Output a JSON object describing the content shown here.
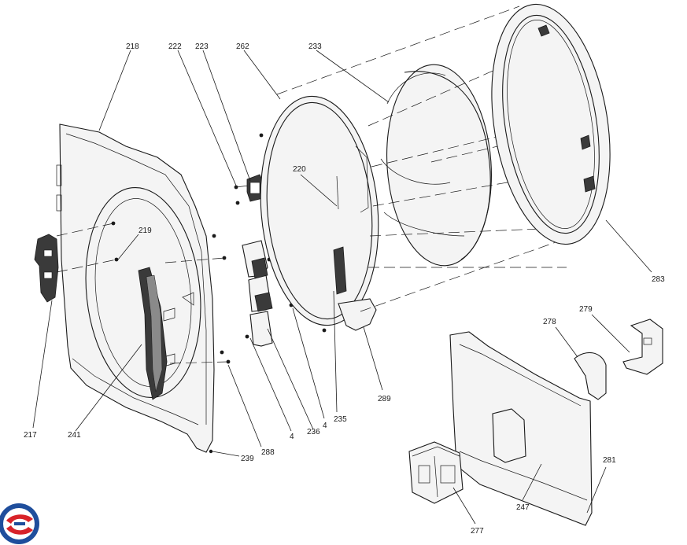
{
  "part_labels": {
    "p218": "218",
    "p222": "222",
    "p223": "223",
    "p262": "262",
    "p233": "233",
    "p220": "220",
    "p219": "219",
    "p217": "217",
    "p241": "241",
    "p288": "288",
    "p239": "239",
    "p4a": "4",
    "p236": "236",
    "p4b": "4",
    "p235": "235",
    "p289": "289",
    "p283": "283",
    "p278": "278",
    "p279": "279",
    "p281": "281",
    "p277": "277",
    "p247": "247"
  },
  "colors": {
    "line": "#1a1a1a",
    "logo_red": "#d8232a",
    "logo_blue": "#1f4e9c"
  },
  "icons": {
    "logo": "brand-logo-icon"
  }
}
